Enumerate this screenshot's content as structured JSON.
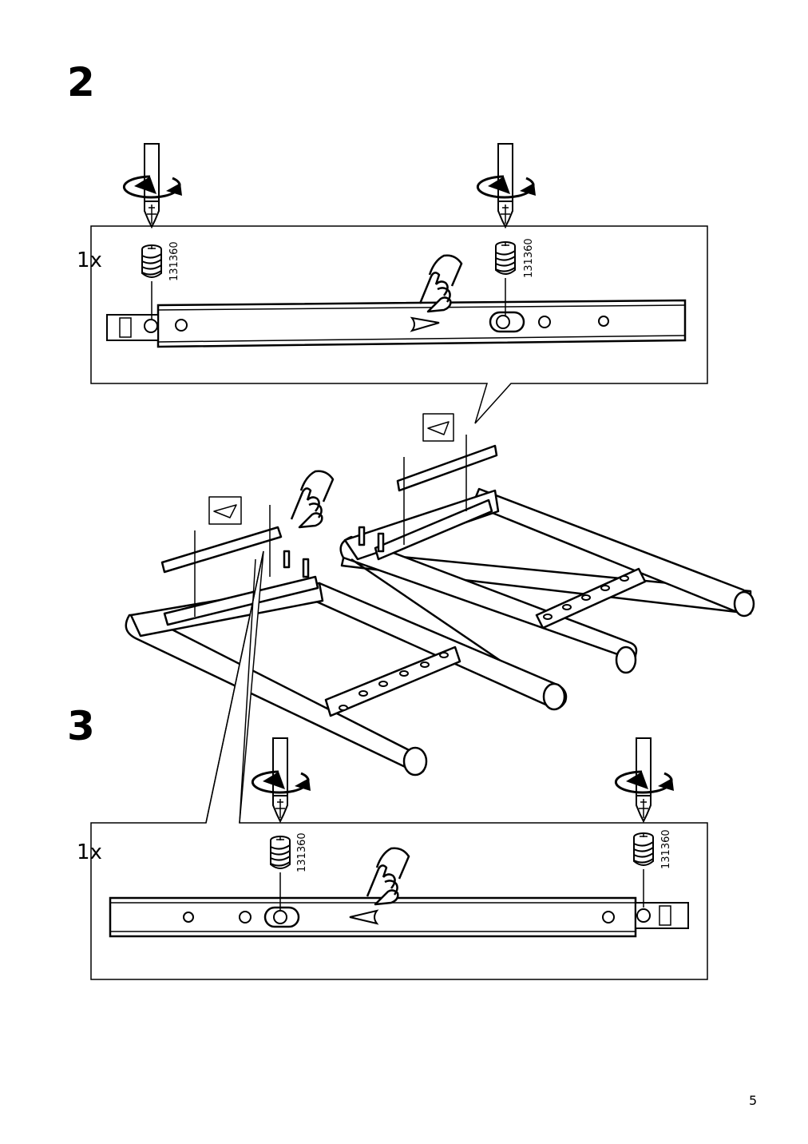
{
  "steps": [
    {
      "number": "2",
      "detail": {
        "quantity": "1x",
        "part_code": "131360",
        "screws_shown": 2,
        "rail_direction": "left"
      }
    },
    {
      "number": "3",
      "detail": {
        "quantity": "1x",
        "part_code": "131360",
        "screws_shown": 2,
        "rail_direction": "right"
      }
    }
  ],
  "page_number": "5",
  "icons": {
    "screwdriver": "screwdriver-icon",
    "rotation_arrow": "clockwise-rotation-arrow-icon",
    "screw": "cam-screw-icon",
    "hand": "pointing-hand-icon",
    "orientation_mark": "triangle-orientation-mark-icon"
  },
  "colors": {
    "line": "#000000",
    "background": "#ffffff"
  }
}
